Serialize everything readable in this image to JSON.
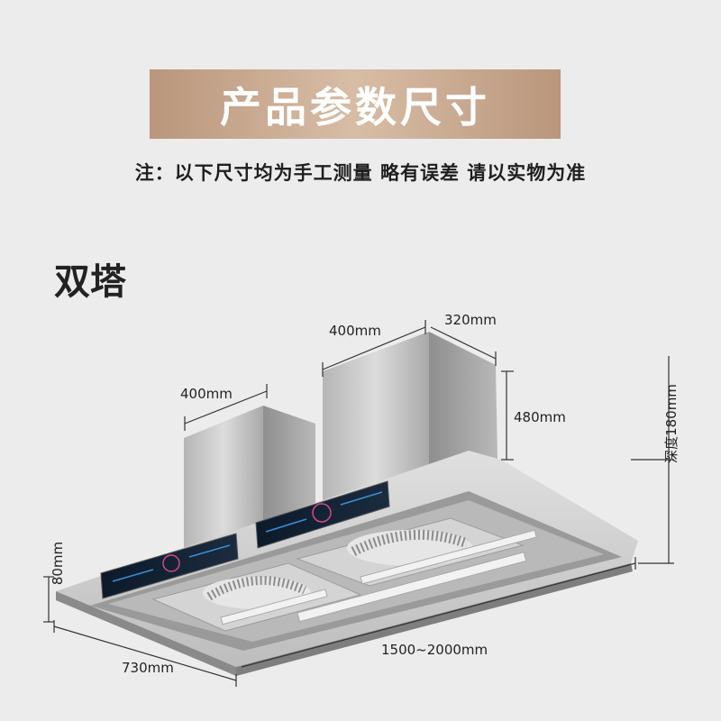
{
  "banner": {
    "title": "产品参数尺寸"
  },
  "note": "注：以下尺寸均为手工测量 略有误差 请以实物为准",
  "section_title": "双塔",
  "dimensions": {
    "tower_left_width": "400mm",
    "tower_right_width": "400mm",
    "tower_depth": "320mm",
    "tower_height": "480mm",
    "hood_depth": "深度180mm",
    "front_height": "80mm",
    "body_depth": "730mm",
    "total_length": "1500~2000mm"
  },
  "colors": {
    "banner": "#c9a98f",
    "background": "#ececec",
    "steel": "#c7c7c7"
  }
}
